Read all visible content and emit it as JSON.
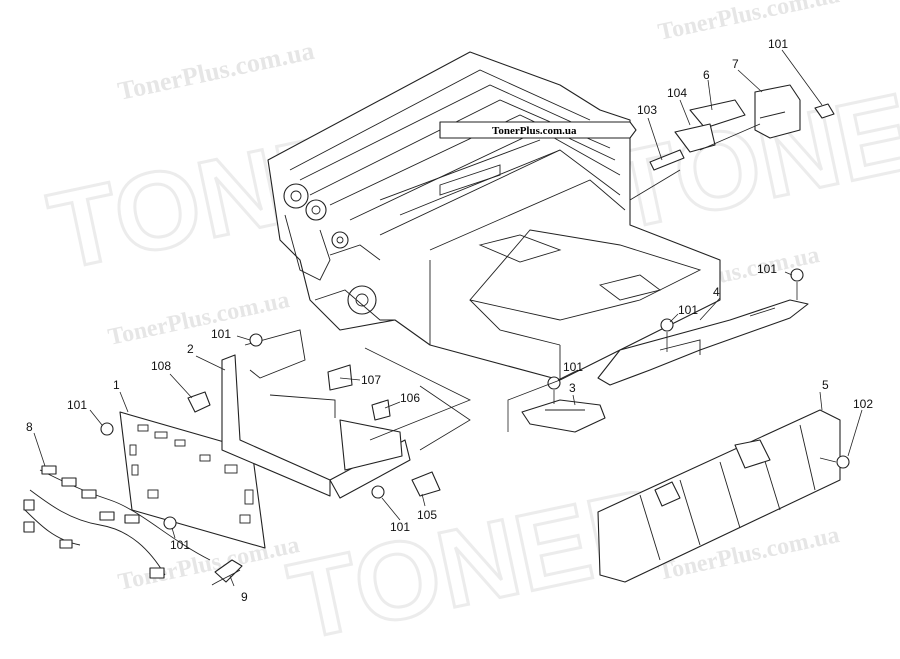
{
  "watermarks": {
    "brand": "TonerPlus.com.ua",
    "big": "TONER"
  },
  "label_box": {
    "text": "TonerPlus.com.ua"
  },
  "callouts": [
    {
      "id": "c1",
      "text": "1"
    },
    {
      "id": "c2",
      "text": "2"
    },
    {
      "id": "c3",
      "text": "3"
    },
    {
      "id": "c4",
      "text": "4"
    },
    {
      "id": "c5",
      "text": "5"
    },
    {
      "id": "c6",
      "text": "6"
    },
    {
      "id": "c7",
      "text": "7"
    },
    {
      "id": "c8",
      "text": "8"
    },
    {
      "id": "c9",
      "text": "9"
    },
    {
      "id": "c101a",
      "text": "101"
    },
    {
      "id": "c101b",
      "text": "101"
    },
    {
      "id": "c101c",
      "text": "101"
    },
    {
      "id": "c101d",
      "text": "101"
    },
    {
      "id": "c101e",
      "text": "101"
    },
    {
      "id": "c101f",
      "text": "101"
    },
    {
      "id": "c101g",
      "text": "101"
    },
    {
      "id": "c101h",
      "text": "101"
    },
    {
      "id": "c102",
      "text": "102"
    },
    {
      "id": "c103",
      "text": "103"
    },
    {
      "id": "c104",
      "text": "104"
    },
    {
      "id": "c105",
      "text": "105"
    },
    {
      "id": "c106",
      "text": "106"
    },
    {
      "id": "c107",
      "text": "107"
    },
    {
      "id": "c108",
      "text": "108"
    }
  ]
}
